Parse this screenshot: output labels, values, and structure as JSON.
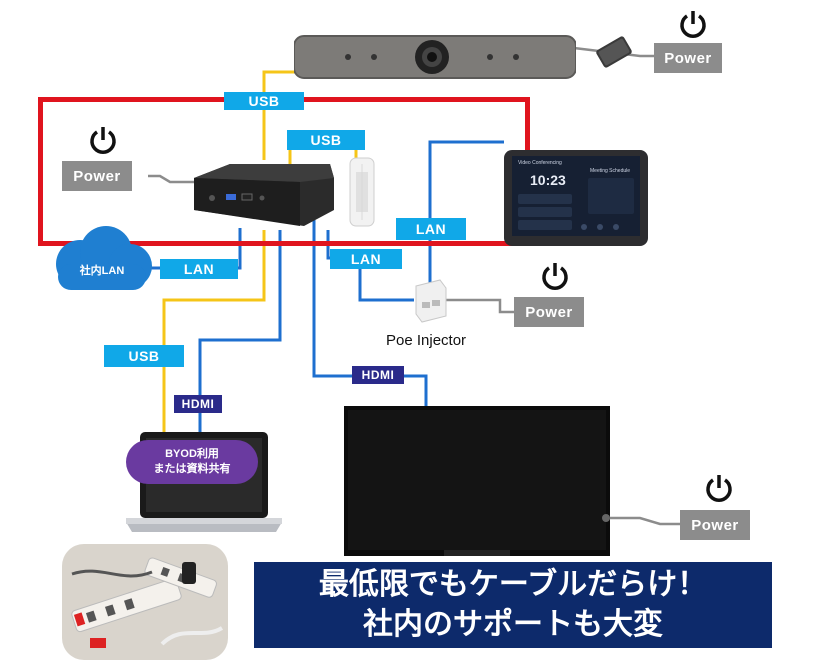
{
  "labels": {
    "usb_top": "USB",
    "usb_mid": "USB",
    "usb_left": "USB",
    "lan_cloud": "LAN",
    "lan_mid": "LAN",
    "lan_right": "LAN",
    "hdmi_laptop": "HDMI",
    "hdmi_tv": "HDMI",
    "power_camera": "Power",
    "power_pc": "Power",
    "power_poe": "Power",
    "power_tv": "Power"
  },
  "cloud": {
    "label": "社内LAN"
  },
  "poe": {
    "label": "Poe Injector"
  },
  "byod": {
    "line1": "BYOD利用",
    "line2": "または資料共有"
  },
  "tablet": {
    "title": "Video Conferencing",
    "time": "10:23",
    "right_title": "Meeting Schedule"
  },
  "caption": {
    "line1": "最低限でもケーブルだらけ！",
    "line2": "社内のサポートも大変"
  },
  "colors": {
    "usb": "#10a8e8",
    "yellow_cable": "#f5c518",
    "blue_cable": "#1e6fcf",
    "gray_cable": "#8c8c8c",
    "hdmi": "#2a2a8a",
    "highlight": "#e0141e",
    "caption_bg": "#0d2a6b"
  },
  "icons": [
    "power-icon",
    "camera-bar",
    "mini-pc",
    "wireless-dongle",
    "touch-panel",
    "poe-injector",
    "cloud",
    "laptop",
    "monitor",
    "power-strip"
  ]
}
